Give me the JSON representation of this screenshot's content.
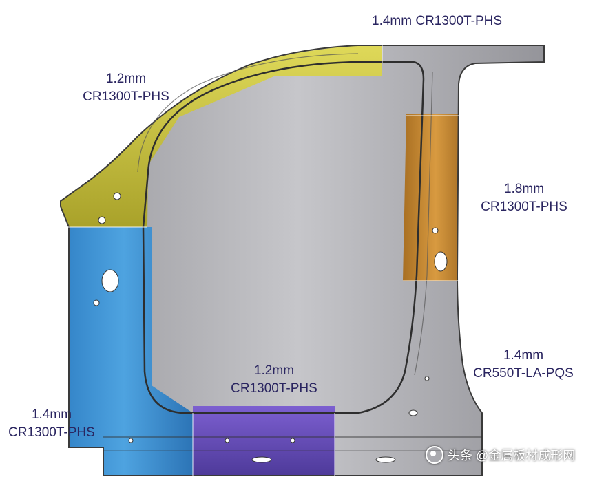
{
  "labels": {
    "roof": {
      "thickness": "1.4mm",
      "grade": "CR1300T-PHS"
    },
    "a_pillar": {
      "thickness": "1.2mm",
      "grade": "CR1300T-PHS"
    },
    "b_pillar_upper": {
      "thickness": "1.8mm",
      "grade": "CR1300T-PHS"
    },
    "b_pillar_lower": {
      "thickness": "1.4mm",
      "grade": "CR550T-LA-PQS"
    },
    "sill_middle": {
      "thickness": "1.2mm",
      "grade": "CR1300T-PHS"
    },
    "sill_front": {
      "thickness": "1.4mm",
      "grade": "CR1300T-PHS"
    }
  },
  "watermark": {
    "text": "头条 @金属板材成形网"
  },
  "colors": {
    "yellow": "#c9c23a",
    "blue": "#3a8fcf",
    "gray": "#a9a9ad",
    "orange": "#c88a32",
    "purple": "#6a4fb8",
    "label": "#2a2560"
  }
}
